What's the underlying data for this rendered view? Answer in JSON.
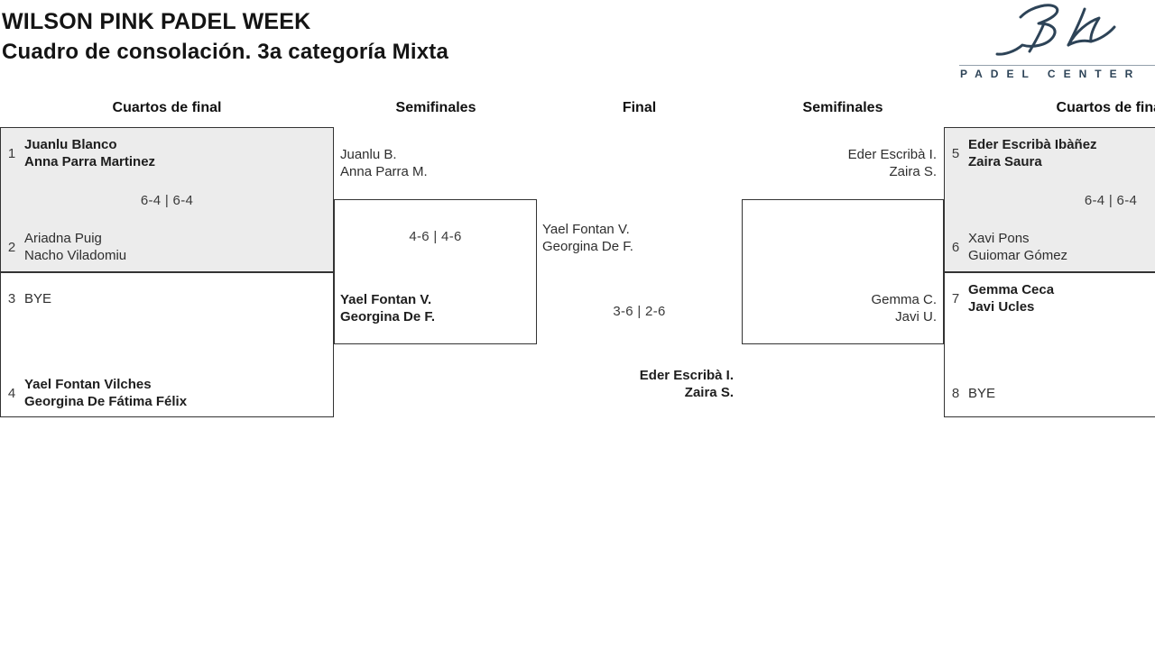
{
  "header": {
    "title": "WILSON PINK PADEL WEEK",
    "subtitle": "Cuadro de consolación. 3a categoría Mixta"
  },
  "logo": {
    "brand": "Bela signature",
    "caption": "PADEL CENTER",
    "color": "#2d4357"
  },
  "colors": {
    "accent_navy": "#2d4357",
    "box_shaded": "#ececec",
    "box_border": "#333333",
    "text": "#2e2e2e"
  },
  "rounds": [
    {
      "label": "Cuartos de final"
    },
    {
      "label": "Semifinales"
    },
    {
      "label": "Final"
    },
    {
      "label": "Semifinales"
    },
    {
      "label": "Cuartos de final"
    }
  ],
  "bracket": {
    "left_qf_1": {
      "seed_top": "1",
      "team_top_line1": "Juanlu Blanco",
      "team_top_line2": "Anna Parra Martinez",
      "score": "6-4 | 6-4",
      "seed_bottom": "2",
      "team_bottom_line1": "Ariadna Puig",
      "team_bottom_line2": "Nacho Viladomiu"
    },
    "left_qf_2": {
      "seed_top": "3",
      "team_top_line1": "BYE",
      "seed_bottom": "4",
      "team_bottom_line1": "Yael Fontan Vilches",
      "team_bottom_line2": "Georgina De Fátima Félix"
    },
    "left_sf": {
      "team_top_line1": "Juanlu B.",
      "team_top_line2": "Anna Parra M.",
      "score": "4-6 | 4-6",
      "team_bottom_line1": "Yael Fontan V.",
      "team_bottom_line2": "Georgina De F."
    },
    "final": {
      "team_top_line1": "Yael Fontan V.",
      "team_top_line2": "Georgina De F.",
      "score": "3-6 | 2-6",
      "team_bottom_line1": "Eder Escribà I.",
      "team_bottom_line2": "Zaira S."
    },
    "right_sf": {
      "team_top_line1": "Eder Escribà I.",
      "team_top_line2": "Zaira S.",
      "team_bottom_line1": "Gemma C.",
      "team_bottom_line2": "Javi U."
    },
    "right_qf_1": {
      "seed_top": "5",
      "team_top_line1": "Eder Escribà Ibàñez",
      "team_top_line2": "Zaira Saura",
      "score": "6-4 | 6-4",
      "seed_bottom": "6",
      "team_bottom_line1": "Xavi Pons",
      "team_bottom_line2": "Guiomar Gómez"
    },
    "right_qf_2": {
      "seed_top": "7",
      "team_top_line1": "Gemma Ceca",
      "team_top_line2": "Javi Ucles",
      "seed_bottom": "8",
      "team_bottom_line1": "BYE"
    }
  }
}
